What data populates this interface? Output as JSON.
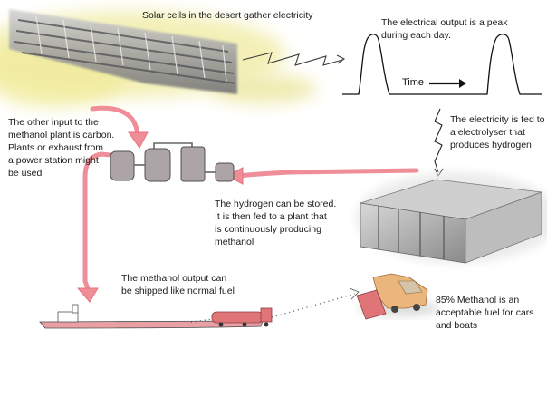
{
  "notes": {
    "solar": "Solar cells in the desert gather electricity",
    "output_peak": "The electrical output is a peak\nduring each day.",
    "time_axis": "Time",
    "electrolyser": "The electricity is fed to\na electrolyser that\nproduces hydrogen",
    "carbon": "The other input to the\nmethanol plant is carbon.\nPlants or exhaust from\na power station might\nbe used",
    "hydrogen": "The hydrogen can be stored.\nIt is then fed to a plant that\nis continuously producing\nmethanol",
    "shipping": "The methanol output can\nbe shipped like normal fuel",
    "fuel": "85% Methanol is an\nacceptable fuel for cars\nand boats"
  },
  "colors": {
    "flow_arrow": "#ef8e98",
    "sun_glow": "#f3efb4",
    "panel_grey": "#8a8a8c",
    "tank_grey": "#aca4a6",
    "vehicle_red": "#e07578",
    "vehicle_orange": "#eab67c"
  }
}
